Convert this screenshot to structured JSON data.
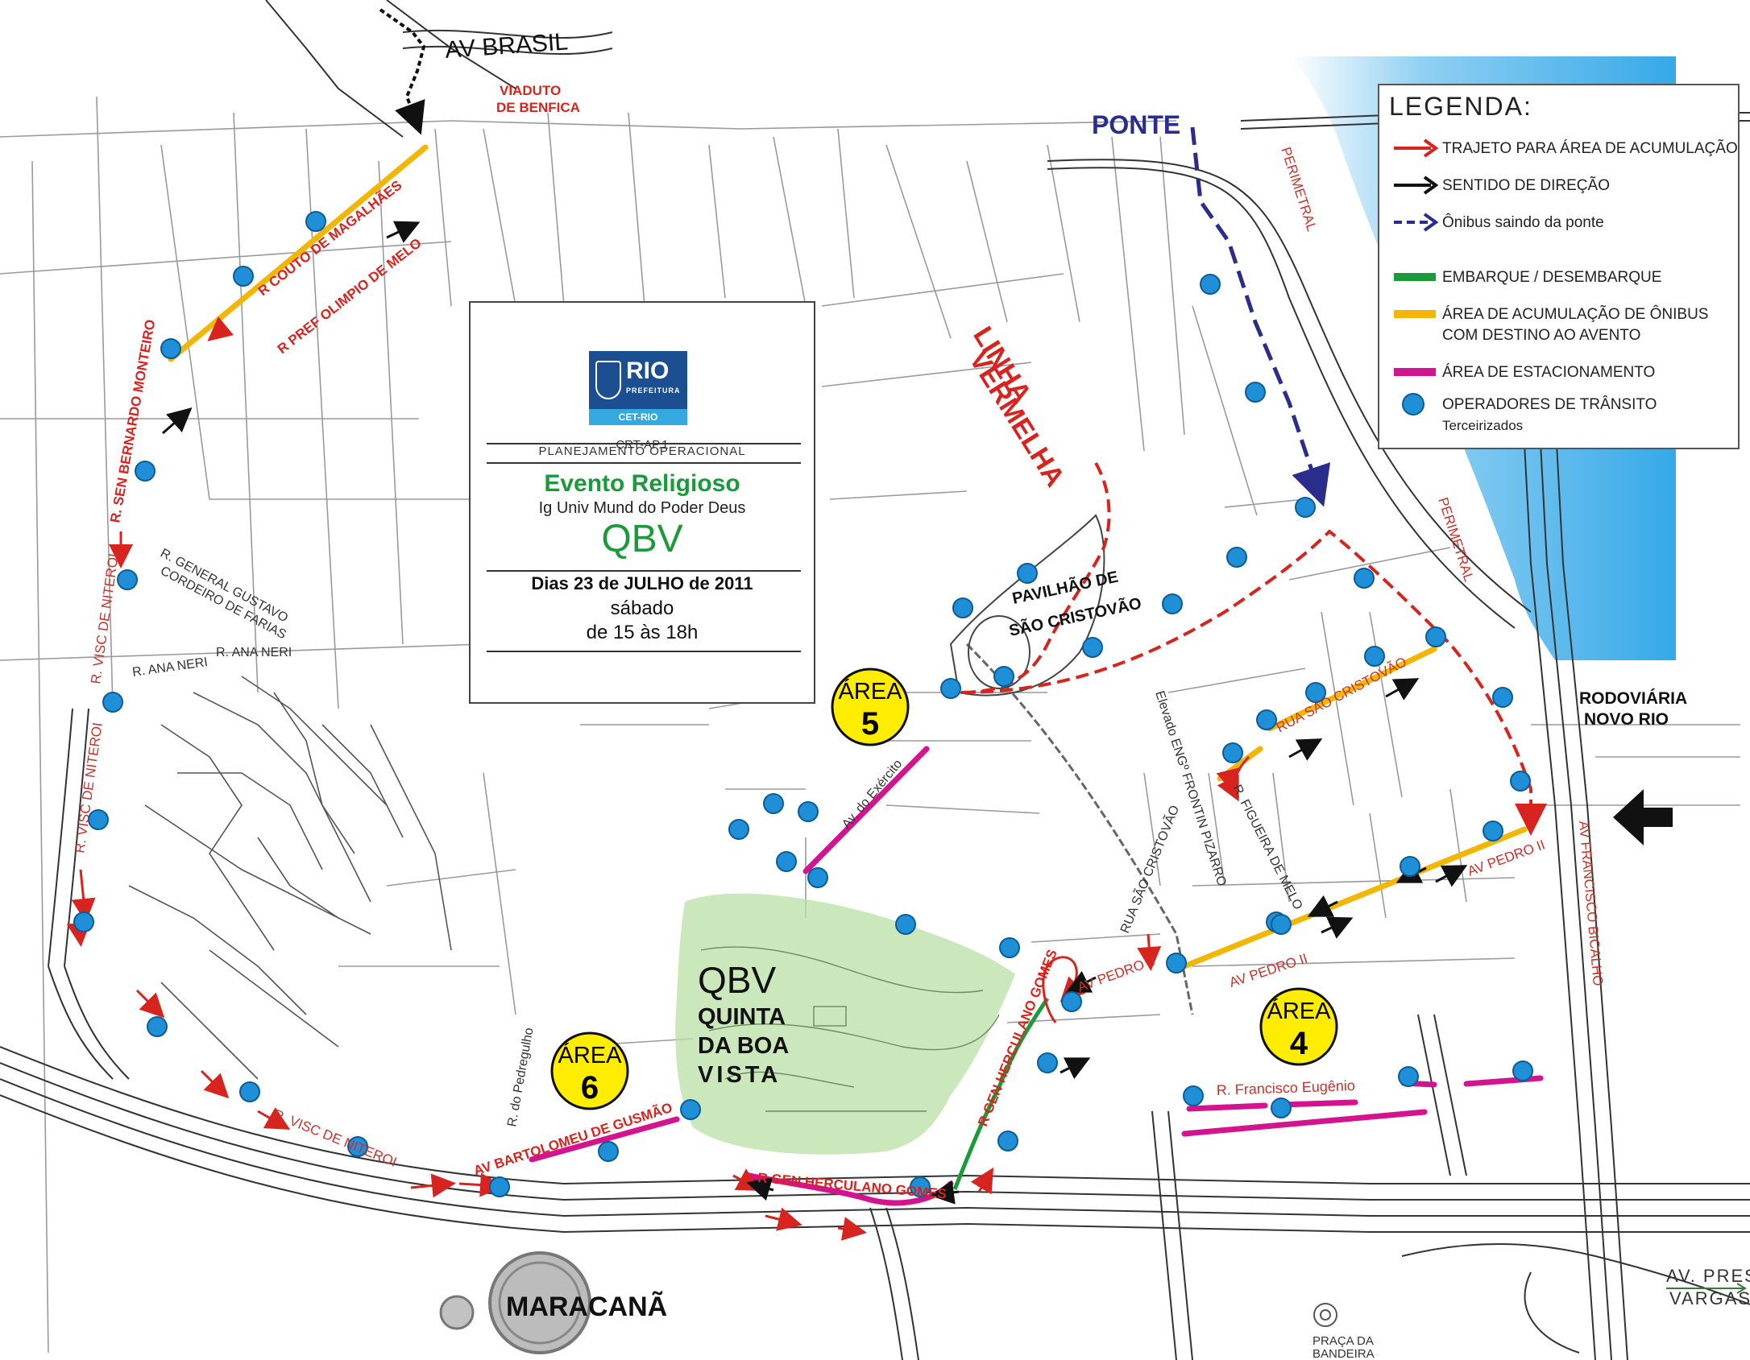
{
  "info_box": {
    "logo_rio": "RIO",
    "logo_prefeitura": "PREFEITURA",
    "logo_cet": "CET-RIO",
    "code": "CRT-AP.1",
    "planning": "PLANEJAMENTO OPERACIONAL",
    "event": "Evento Religioso",
    "church": "Ig Univ Mund do Poder Deus",
    "venue_abbr": "QBV",
    "date": "Dias 23 de JULHO de 2011",
    "weekday": "sábado",
    "time": "de 15 às  18h"
  },
  "legend": {
    "title": "LEGENDA:",
    "items": [
      {
        "label": "TRAJETO PARA ÁREA DE ACUMULAÇÃO",
        "symbol": "red-arrow-icon",
        "color": "#d7241f"
      },
      {
        "label": "SENTIDO DE DIREÇÃO",
        "symbol": "black-arrow-icon",
        "color": "#111111"
      },
      {
        "label": "Ônibus saindo da ponte",
        "symbol": "dashed-blue-arrow-icon",
        "color": "#2a2d8c"
      },
      {
        "label": "EMBARQUE / DESEMBARQUE",
        "symbol": "green-line",
        "color": "#1a9a3a"
      },
      {
        "label": "ÁREA DE ACUMULAÇÃO DE ÔNIBUS",
        "label2": "COM DESTINO AO AVENTO",
        "symbol": "yellow-line",
        "color": "#f2b705"
      },
      {
        "label": "ÁREA DE ESTACIONAMENTO",
        "symbol": "magenta-line",
        "color": "#d4148f"
      },
      {
        "label": "OPERADORES DE TRÂNSITO",
        "label2": "Terceirizados",
        "symbol": "blue-dot-icon",
        "color": "#1f8fd8"
      }
    ]
  },
  "map": {
    "labels": {
      "av_brasil": "AV BRASIL",
      "viaduto": "VIADUTO",
      "de_benfica": "DE BENFICA",
      "ponte": "PONTE",
      "perimetral": "PERIMETRAL",
      "linha": "LINHA",
      "vermelha": "VERMELHA",
      "pavilhao": "PAVILHÃO DE",
      "sao_cristovao": "SÃO CRISTOVÃO",
      "rodoviaria": "RODOVIÁRIA",
      "novo_rio": "NOVO RIO",
      "couto": "R COUTO DE MAGALHÃES",
      "olimpio": "R PREF OLIMPIO DE MELO",
      "bernardo": "R. SEN BERNARDO MONTEIRO",
      "visc1": "R. VISC DE NITEROI",
      "visc2": "R. VISC DE NITEROI",
      "visc3": "R. VISC DE NITEROI",
      "gustavo": "R. GENERAL GUSTAVO",
      "cordeiro": "CORDEIRO DE FARIAS",
      "ana_neri1": "R. ANA NERI",
      "ana_neri2": "R. ANA NERI",
      "av_exercito": "Av. do Exército",
      "rua_sao_cristovao": "RUA SÃO CRISTOVÃO",
      "rua_sao_cristovao2": "RUA SÃO CRISTOVÃO",
      "figueira": "R. FIGUEIRA DE MELO",
      "elevado": "Elevado ENGº FRONTIN PIZARRO",
      "pedro_ii_1": "AV PEDRO II",
      "pedro_ii_2": "AV PEDRO II",
      "pedro_ii_3": "AV PEDRO II",
      "francisco_bicalho": "AV FRANCISCO BICALHO",
      "francisco_eugenio": "R. Francisco Eugênio",
      "herculano1": "R GEN HERCULANO GOMES",
      "herculano2": "R GEN HERCULANO GOMES",
      "bartolomeu": "AV BARTOLOMEU DE GUSMÃO",
      "pedregulho": "R. do Pedregulho",
      "qbv": "QBV",
      "quinta": "QUINTA",
      "da_boa": "DA BOA",
      "vista": "VISTA",
      "maracana": "MARACANÃ",
      "praca": "PRAÇA DA",
      "bandeira": "BANDEIRA",
      "av_pres": "AV. PRES",
      "vargas": "VARGAS"
    },
    "areas": [
      {
        "word": "ÁREA",
        "number": "5"
      },
      {
        "word": "ÁREA",
        "number": "6"
      },
      {
        "word": "ÁREA",
        "number": "4"
      }
    ]
  }
}
